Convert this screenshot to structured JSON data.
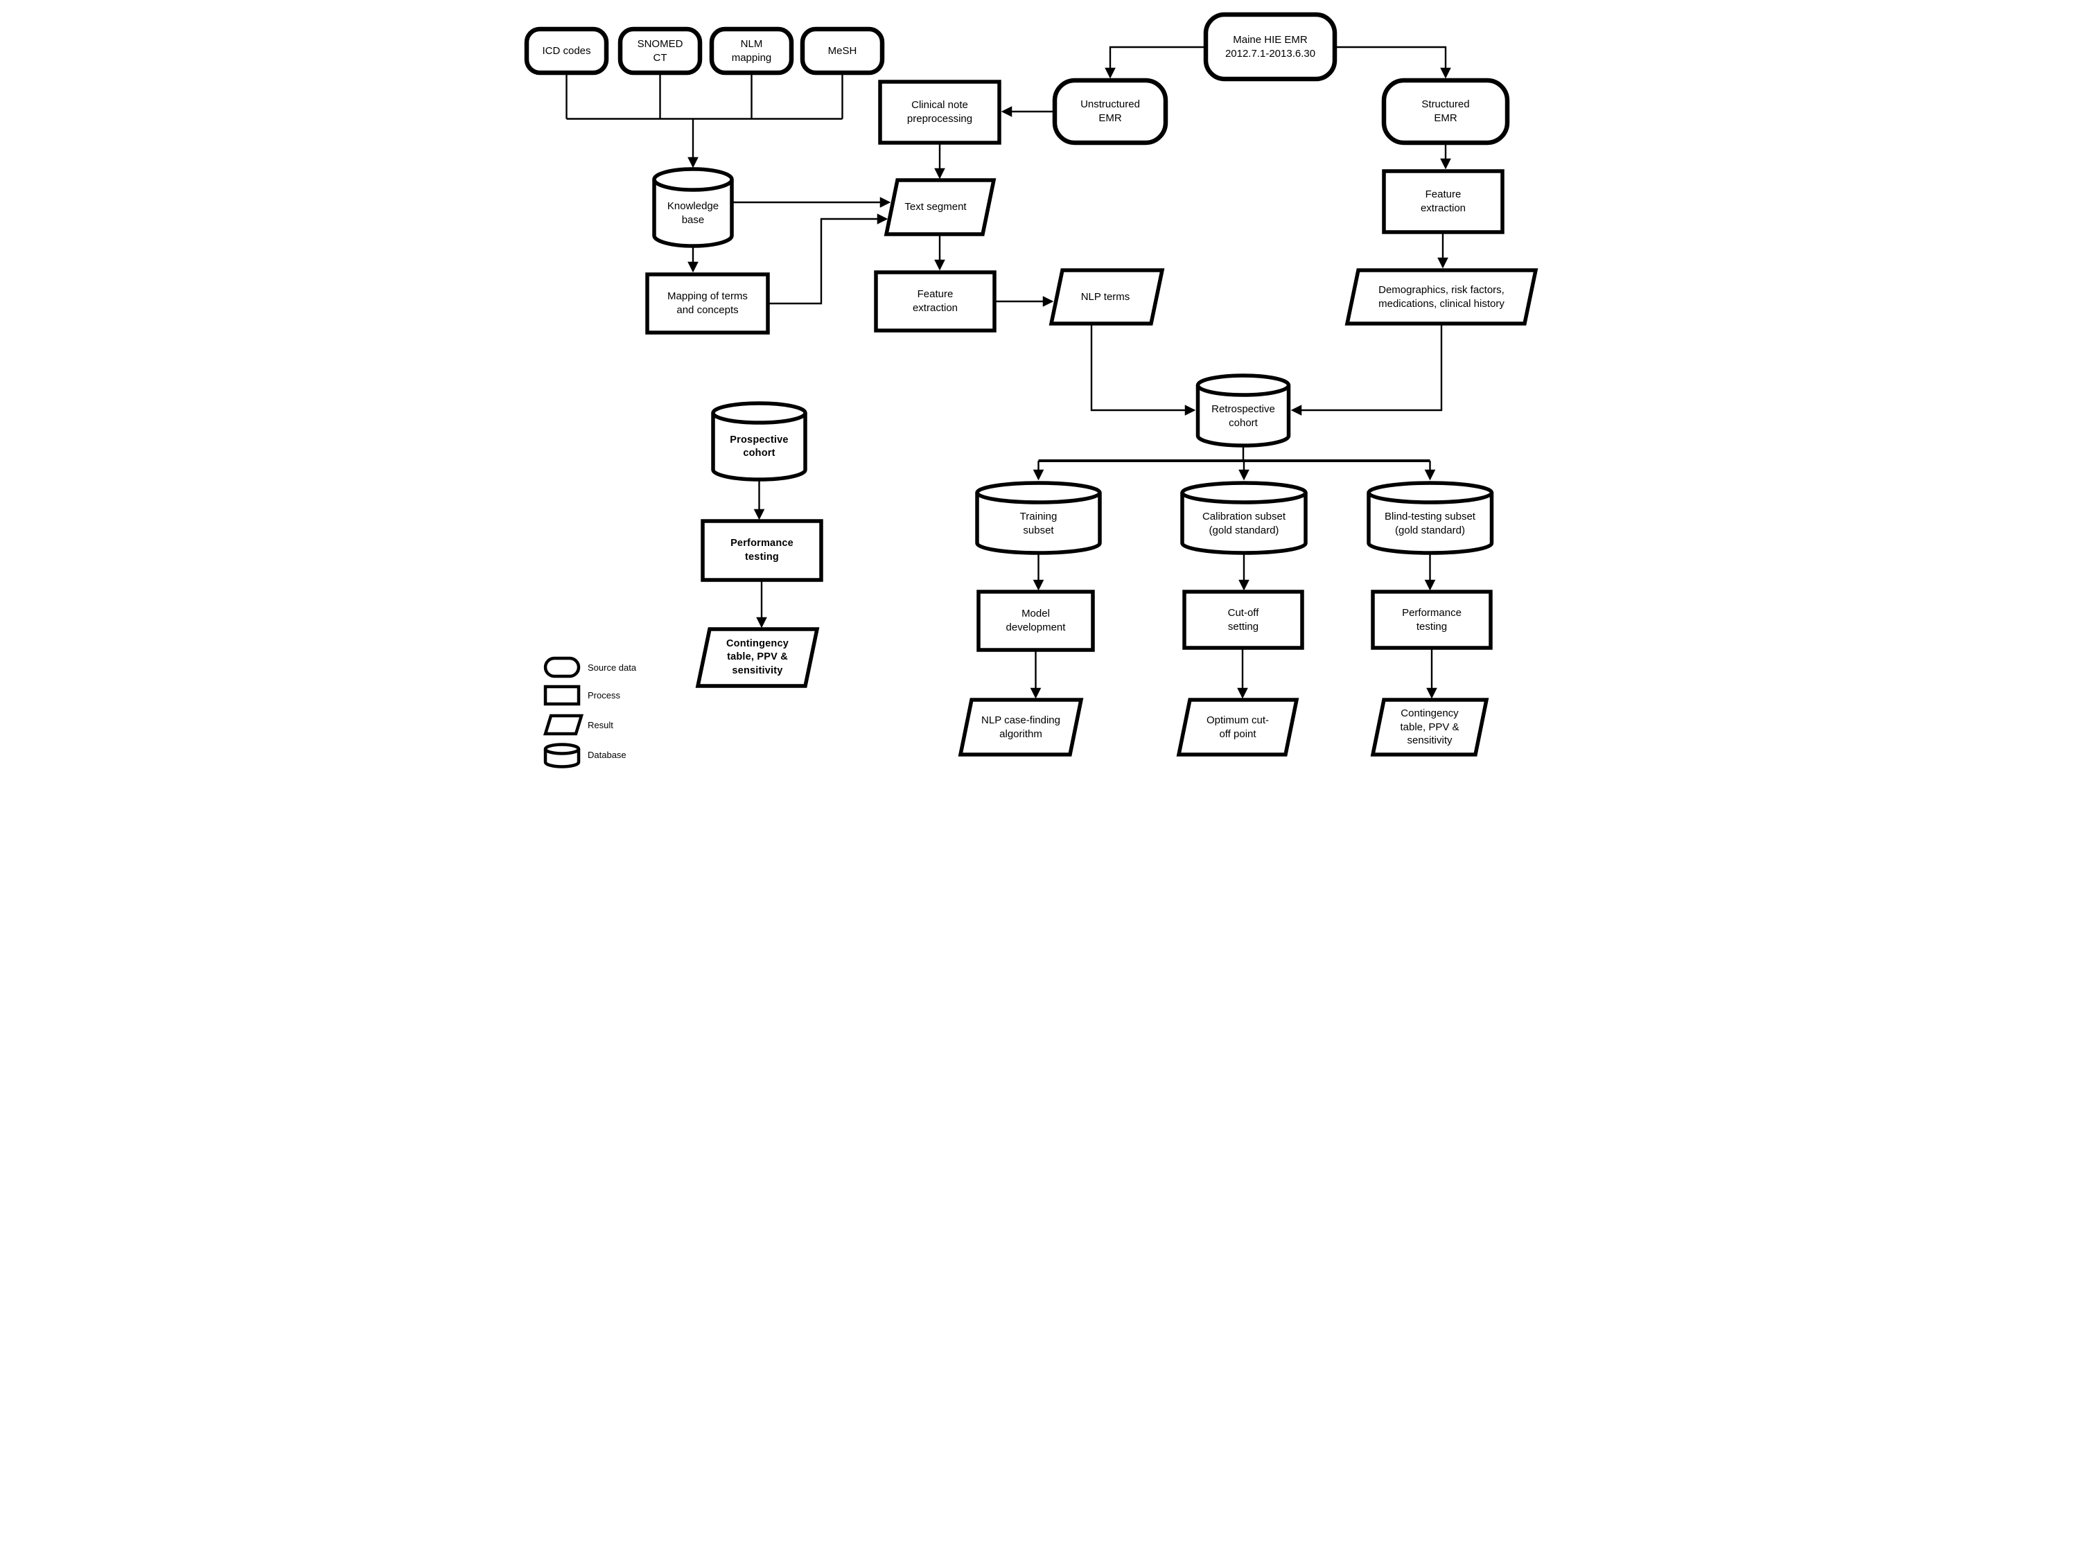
{
  "colors": {
    "ink": "#000000",
    "background": "#ffffff"
  },
  "nodes": {
    "icd": {
      "type": "source-data",
      "label": "ICD codes"
    },
    "snomed": {
      "type": "source-data",
      "label": "SNOMED\nCT"
    },
    "nlm": {
      "type": "source-data",
      "label": "NLM\nmapping"
    },
    "mesh": {
      "type": "source-data",
      "label": "MeSH"
    },
    "maine_hie": {
      "type": "source-data",
      "label": "Maine HIE EMR\n2012.7.1-2013.6.30"
    },
    "unstructured_emr": {
      "type": "source-data",
      "label": "Unstructured\nEMR"
    },
    "structured_emr": {
      "type": "source-data",
      "label": "Structured\nEMR"
    },
    "clinical_note_preprocessing": {
      "type": "process",
      "label": "Clinical note\npreprocessing"
    },
    "knowledge_base": {
      "type": "database",
      "label": "Knowledge\nbase"
    },
    "text_segment": {
      "type": "result",
      "label": "Text segment"
    },
    "mapping_terms_concepts": {
      "type": "process",
      "label": "Mapping of terms\nand concepts"
    },
    "feature_extraction_nlp": {
      "type": "process",
      "label": "Feature\nextraction"
    },
    "nlp_terms": {
      "type": "result",
      "label": "NLP terms"
    },
    "feature_extraction_structured": {
      "type": "process",
      "label": "Feature\nextraction"
    },
    "demographics": {
      "type": "result",
      "label": "Demographics, risk factors,\nmedications, clinical history"
    },
    "retrospective_cohort": {
      "type": "database",
      "label": "Retrospective\ncohort"
    },
    "prospective_cohort": {
      "type": "database",
      "label": "Prospective\ncohort"
    },
    "performance_testing_prospective": {
      "type": "process",
      "label": "Performance\ntesting"
    },
    "contingency_prospective": {
      "type": "result",
      "label": "Contingency\ntable, PPV &\nsensitivity"
    },
    "training_subset": {
      "type": "database",
      "label": "Training\nsubset"
    },
    "calibration_subset": {
      "type": "database",
      "label": "Calibration subset\n(gold standard)"
    },
    "blind_testing_subset": {
      "type": "database",
      "label": "Blind-testing subset\n(gold standard)"
    },
    "model_development": {
      "type": "process",
      "label": "Model\ndevelopment"
    },
    "cutoff_setting": {
      "type": "process",
      "label": "Cut-off\nsetting"
    },
    "performance_testing_blind": {
      "type": "process",
      "label": "Performance\ntesting"
    },
    "nlp_case_finding_algorithm": {
      "type": "result",
      "label": "NLP case-finding\nalgorithm"
    },
    "optimum_cutoff_point": {
      "type": "result",
      "label": "Optimum cut-\noff point"
    },
    "contingency_blind": {
      "type": "result",
      "label": "Contingency\ntable, PPV &\nsensitivity"
    }
  },
  "legend": {
    "items": [
      {
        "shape": "rounded-rectangle",
        "label": "Source data"
      },
      {
        "shape": "rectangle",
        "label": "Process"
      },
      {
        "shape": "parallelogram",
        "label": "Result"
      },
      {
        "shape": "cylinder",
        "label": "Database"
      }
    ]
  }
}
